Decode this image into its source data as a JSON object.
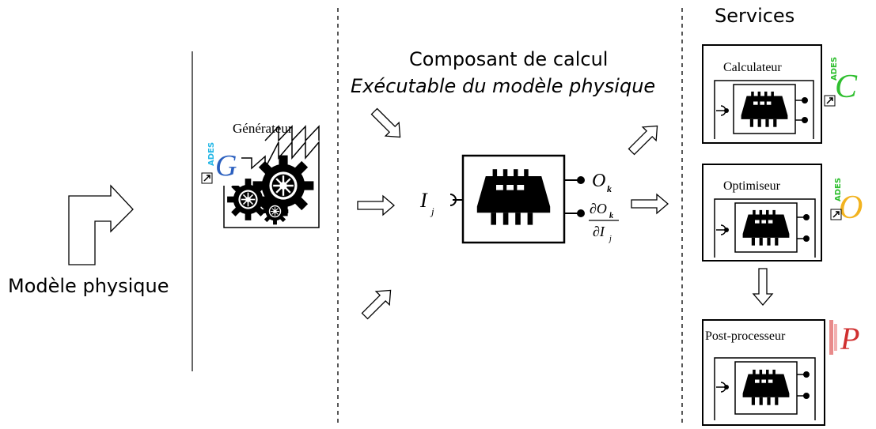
{
  "left": {
    "label": "Modèle physique"
  },
  "generator": {
    "label": "Générateur",
    "logo_letter": "G",
    "logo_tag": "ADES"
  },
  "center": {
    "title": "Composant de calcul",
    "subtitle": "Exécutable du modèle physique",
    "input_label": "I",
    "input_sub": "j",
    "output_label": "O",
    "output_sub": "k",
    "derivative_num": "∂O",
    "derivative_num_sub": "k",
    "derivative_den": "∂I",
    "derivative_den_sub": "j"
  },
  "services": {
    "title": "Services",
    "items": [
      {
        "label": "Calculateur",
        "logo_letter": "C",
        "logo_tag": "ADES",
        "logo_color": "#2fbf2f"
      },
      {
        "label": "Optimiseur",
        "logo_letter": "O",
        "logo_tag": "ADES",
        "logo_color": "#f2b320"
      },
      {
        "label": "Post-processeur",
        "logo_letter": "P",
        "logo_tag": "",
        "logo_color": "#d03030"
      }
    ]
  },
  "colors": {
    "line": "#000000",
    "arrow_fill": "#ffffff",
    "generator_logo": "#2a5fbf",
    "ades_cyan": "#24b7e6"
  }
}
